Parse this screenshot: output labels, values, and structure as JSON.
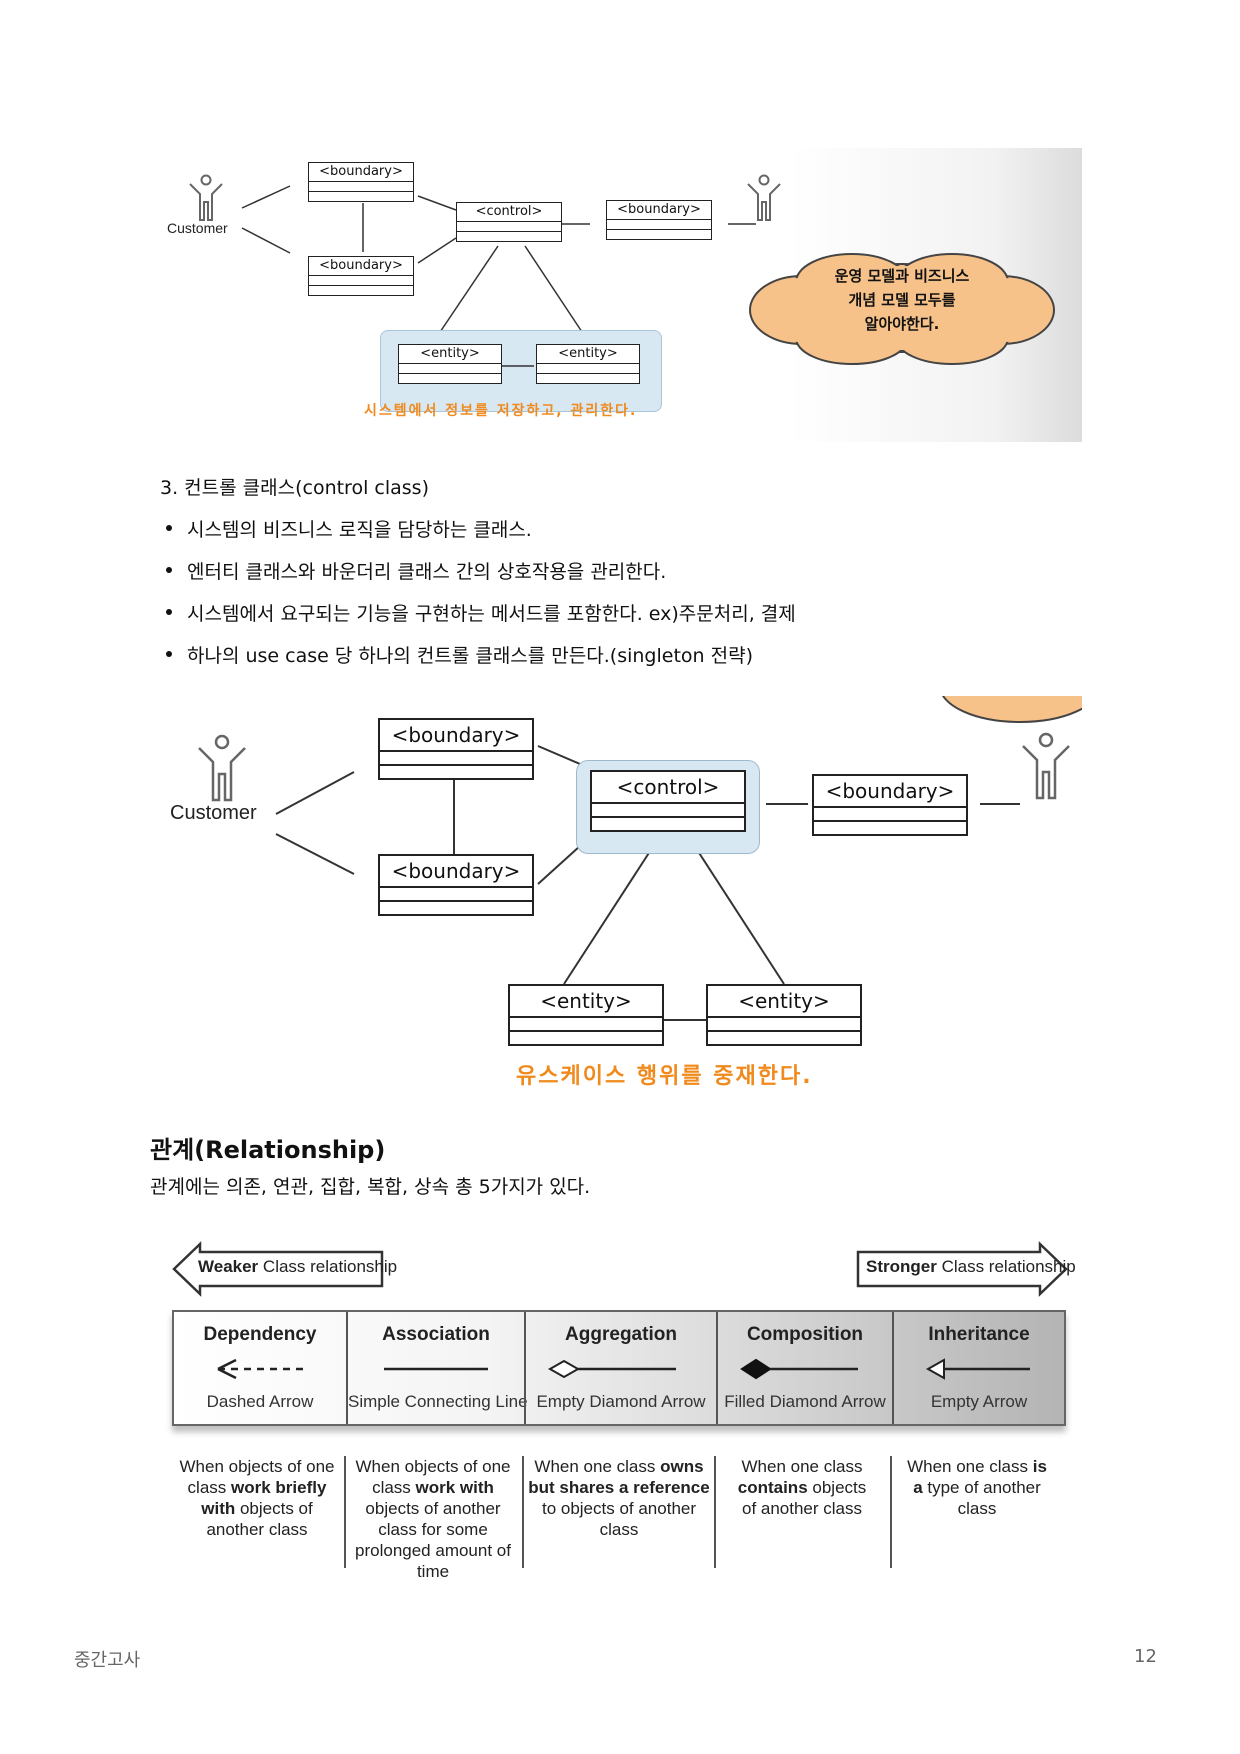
{
  "figure1": {
    "actor_label": "Customer",
    "boundary_label": "<boundary>",
    "control_label": "<control>",
    "entity_label": "<entity>",
    "caption": "시스템에서 정보를 저장하고, 관리한다.",
    "cloud_lines": [
      "운영 모델과 비즈니스",
      "개념 모델 모두를",
      "알아야한다."
    ]
  },
  "section": {
    "numbered_item": "3.  컨트롤 클래스(control class)",
    "bullets": [
      "시스템의 비즈니스 로직을 담당하는 클래스.",
      "엔터티 클래스와 바운더리 클래스 간의 상호작용을 관리한다.",
      "시스템에서 요구되는 기능을 구현하는 메서드를 포함한다. ex)주문처리, 결제",
      "하나의 use case 당 하나의 컨트롤 클래스를 만든다.(singleton 전략)"
    ]
  },
  "figure2": {
    "actor_label": "Customer",
    "boundary_label": "<boundary>",
    "control_label": "<control>",
    "entity_label": "<entity>",
    "caption": "유스케이스 행위를 중재한다."
  },
  "relationship": {
    "heading": "관계(Relationship)",
    "intro": "관계에는 의존, 연관, 집합, 복합, 상속 총 5가지가 있다.",
    "weaker_bold": "Weaker",
    "weaker_rest": " Class relationship",
    "stronger_bold": "Stronger",
    "stronger_rest": " Class relationship",
    "types": [
      {
        "name": "Dependency",
        "arrow": "Dashed Arrow"
      },
      {
        "name": "Association",
        "arrow": "Simple Connecting Line"
      },
      {
        "name": "Aggregation",
        "arrow": "Empty Diamond Arrow"
      },
      {
        "name": "Composition",
        "arrow": "Filled Diamond Arrow"
      },
      {
        "name": "Inheritance",
        "arrow": "Empty Arrow"
      }
    ],
    "descriptions": [
      {
        "pre": "When objects of one class ",
        "bold": "work briefly with",
        "post": " objects of another class"
      },
      {
        "pre": "When objects of one class ",
        "bold": "work with",
        "post": " objects of another class for some prolonged amount of time"
      },
      {
        "pre": "When one class ",
        "bold": "owns but shares a reference",
        "post": " to objects of another class"
      },
      {
        "pre": "When one class ",
        "bold": "contains",
        "post": " objects of another class"
      },
      {
        "pre": "When one class ",
        "bold": "is a",
        "post": " type of another class"
      }
    ]
  },
  "footer": {
    "left": "중간고사",
    "page_number": "12"
  }
}
